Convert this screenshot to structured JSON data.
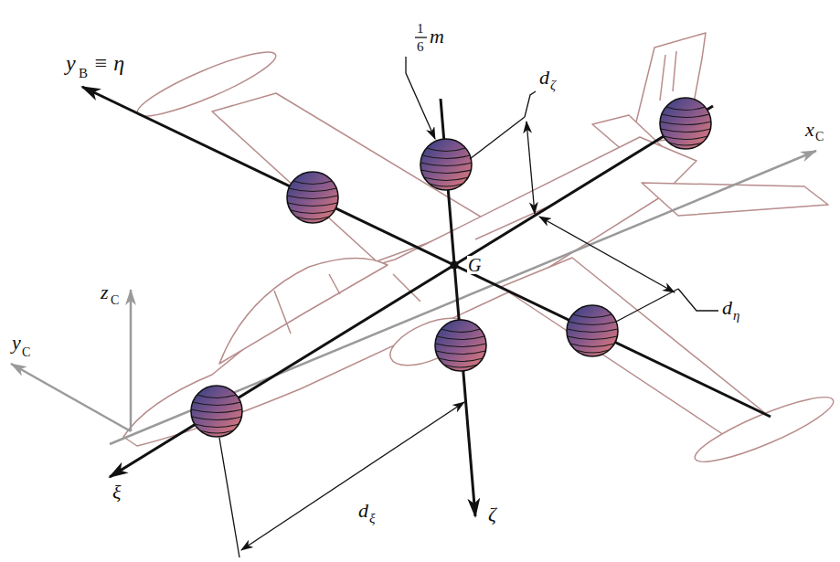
{
  "diagram": {
    "labels": [
      "y",
      "B",
      "≡ η",
      "1",
      "6",
      "m",
      "d",
      "ζ",
      "x",
      "C",
      "G",
      "z",
      "C",
      "y",
      "C",
      "d",
      "η",
      "ξ",
      "d",
      "ξ",
      "ζ"
    ]
  }
}
